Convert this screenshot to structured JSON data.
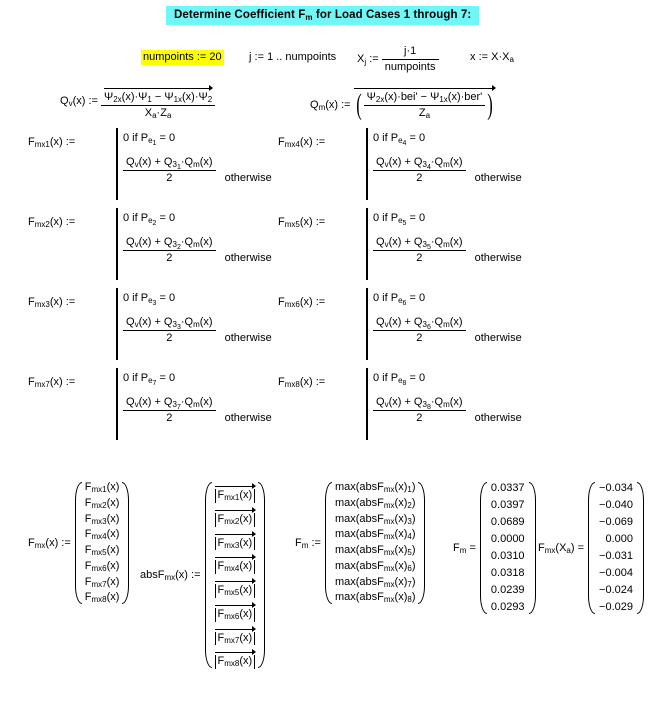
{
  "title": "Determine Coefficient F m for Load Cases 1 through 7:",
  "title_parts": {
    "pre": "Determine Coefficient F",
    "sub": "m",
    "post": " for Load Cases 1 through 7:"
  },
  "colors": {
    "title_highlight": "#6ff7f7",
    "numpoints_highlight": "#ffff00",
    "text": "#000000",
    "background": "#ffffff"
  },
  "definitions": {
    "numpoints": {
      "name": "numpoints",
      "assign": ":=",
      "value": "20",
      "highlighted": true
    },
    "range": {
      "var": "j",
      "assign": ":=",
      "expr": "1 .. numpoints"
    },
    "Xj": {
      "var": "X",
      "sub": "j",
      "assign": ":=",
      "numerator": "j·1",
      "denominator": "numpoints"
    },
    "x": {
      "var": "x",
      "assign": ":=",
      "expr": "X·X",
      "expr_sub": "a"
    }
  },
  "Qv": {
    "label": "Q",
    "label_sub": "v",
    "arg": "(x)",
    "assign": ":=",
    "numerator": "Ψ 2x (x)·Ψ 1 − Ψ 1x (x)·Ψ 2",
    "numerator_tokens": [
      {
        "base": "Ψ",
        "sub": "2x",
        "tail": "(x)·"
      },
      {
        "base": "Ψ",
        "sub": "1",
        "tail": " − "
      },
      {
        "base": "Ψ",
        "sub": "1x",
        "tail": "(x)·"
      },
      {
        "base": "Ψ",
        "sub": "2",
        "tail": ""
      }
    ],
    "denominator_tokens": [
      {
        "base": "X",
        "sub": "a",
        "tail": "·"
      },
      {
        "base": "Z",
        "sub": "a",
        "tail": ""
      }
    ],
    "vectorized": true
  },
  "Qm": {
    "label": "Q",
    "label_sub": "m",
    "arg": "(x)",
    "assign": ":=",
    "numerator_tokens": [
      {
        "base": "Ψ",
        "sub": "2x",
        "tail": "(x)·bei' − "
      },
      {
        "base": "Ψ",
        "sub": "1x",
        "tail": "(x)·ber'"
      }
    ],
    "denominator_tokens": [
      {
        "base": "Z",
        "sub": "a",
        "tail": ""
      }
    ],
    "vectorized": true,
    "parenthesized": true
  },
  "conditional_blocks": [
    {
      "name": "F",
      "sub": "mx1",
      "arg": "(x)",
      "assign": ":=",
      "cond_zero": "0  if  P",
      "cond_sub": "e",
      "cond_sub_sub": "1",
      "cond_tail": " = 0",
      "num_prefix": "Q",
      "num_prefix_sub": "v",
      "num_mid": "(x) + Q",
      "num_mid_sub": "3",
      "num_mid_sub_sub": "1",
      "num_tail": "·Q",
      "num_tail_sub": "m",
      "num_end": "(x)",
      "den": "2",
      "otherwise": "otherwise",
      "col": 0,
      "row": 0
    },
    {
      "name": "F",
      "sub": "mx2",
      "arg": "(x)",
      "assign": ":=",
      "cond_zero": "0  if  P",
      "cond_sub": "e",
      "cond_sub_sub": "2",
      "cond_tail": " = 0",
      "num_prefix": "Q",
      "num_prefix_sub": "v",
      "num_mid": "(x) + Q",
      "num_mid_sub": "3",
      "num_mid_sub_sub": "2",
      "num_tail": "·Q",
      "num_tail_sub": "m",
      "num_end": "(x)",
      "den": "2",
      "otherwise": "otherwise",
      "col": 0,
      "row": 1
    },
    {
      "name": "F",
      "sub": "mx3",
      "arg": "(x)",
      "assign": ":=",
      "cond_zero": "0  if  P",
      "cond_sub": "e",
      "cond_sub_sub": "3",
      "cond_tail": " = 0",
      "num_prefix": "Q",
      "num_prefix_sub": "v",
      "num_mid": "(x) + Q",
      "num_mid_sub": "3",
      "num_mid_sub_sub": "3",
      "num_tail": "·Q",
      "num_tail_sub": "m",
      "num_end": "(x)",
      "den": "2",
      "otherwise": "otherwise",
      "col": 0,
      "row": 2
    },
    {
      "name": "F",
      "sub": "mx7",
      "arg": "(x)",
      "assign": ":=",
      "cond_zero": "0  if  P",
      "cond_sub": "e",
      "cond_sub_sub": "7",
      "cond_tail": " = 0",
      "num_prefix": "Q",
      "num_prefix_sub": "v",
      "num_mid": "(x) + Q",
      "num_mid_sub": "3",
      "num_mid_sub_sub": "7",
      "num_tail": "·Q",
      "num_tail_sub": "m",
      "num_end": "(x)",
      "den": "2",
      "otherwise": "otherwise",
      "col": 0,
      "row": 3
    },
    {
      "name": "F",
      "sub": "mx4",
      "arg": "(x)",
      "assign": ":=",
      "cond_zero": "0  if  P",
      "cond_sub": "e",
      "cond_sub_sub": "4",
      "cond_tail": " = 0",
      "num_prefix": "Q",
      "num_prefix_sub": "v",
      "num_mid": "(x) + Q",
      "num_mid_sub": "3",
      "num_mid_sub_sub": "4",
      "num_tail": "·Q",
      "num_tail_sub": "m",
      "num_end": "(x)",
      "den": "2",
      "otherwise": "otherwise",
      "col": 1,
      "row": 0
    },
    {
      "name": "F",
      "sub": "mx5",
      "arg": "(x)",
      "assign": ":=",
      "cond_zero": "0  if  P",
      "cond_sub": "e",
      "cond_sub_sub": "5",
      "cond_tail": " = 0",
      "num_prefix": "Q",
      "num_prefix_sub": "v",
      "num_mid": "(x) + Q",
      "num_mid_sub": "3",
      "num_mid_sub_sub": "5",
      "num_tail": "·Q",
      "num_tail_sub": "m",
      "num_end": "(x)",
      "den": "2",
      "otherwise": "otherwise",
      "col": 1,
      "row": 1
    },
    {
      "name": "F",
      "sub": "mx6",
      "arg": "(x)",
      "assign": ":=",
      "cond_zero": "0  if  P",
      "cond_sub": "e",
      "cond_sub_sub": "6",
      "cond_tail": " = 0",
      "num_prefix": "Q",
      "num_prefix_sub": "v",
      "num_mid": "(x) + Q",
      "num_mid_sub": "3",
      "num_mid_sub_sub": "6",
      "num_tail": "·Q",
      "num_tail_sub": "m",
      "num_end": "(x)",
      "den": "2",
      "otherwise": "otherwise",
      "col": 1,
      "row": 2
    },
    {
      "name": "F",
      "sub": "mx8",
      "arg": "(x)",
      "assign": ":=",
      "cond_zero": "0  if  P",
      "cond_sub": "e",
      "cond_sub_sub": "8",
      "cond_tail": " = 0",
      "num_prefix": "Q",
      "num_prefix_sub": "v",
      "num_mid": "(x) + Q",
      "num_mid_sub": "3",
      "num_mid_sub_sub": "8",
      "num_tail": "·Q",
      "num_tail_sub": "m",
      "num_end": "(x)",
      "den": "2",
      "otherwise": "otherwise",
      "col": 1,
      "row": 3
    }
  ],
  "vector_Fmx": {
    "label_base": "F",
    "label_sub": "mx",
    "label_arg": "(x)",
    "assign": ":=",
    "rows": [
      {
        "base": "F",
        "sub": "mx1",
        "tail": "(x)"
      },
      {
        "base": "F",
        "sub": "mx2",
        "tail": "(x)"
      },
      {
        "base": "F",
        "sub": "mx3",
        "tail": "(x)"
      },
      {
        "base": "F",
        "sub": "mx4",
        "tail": "(x)"
      },
      {
        "base": "F",
        "sub": "mx5",
        "tail": "(x)"
      },
      {
        "base": "F",
        "sub": "mx6",
        "tail": "(x)"
      },
      {
        "base": "F",
        "sub": "mx7",
        "tail": "(x)"
      },
      {
        "base": "F",
        "sub": "mx8",
        "tail": "(x)"
      }
    ]
  },
  "vector_absFmx": {
    "label_base": "absF",
    "label_sub": "mx",
    "label_arg": "(x)",
    "assign": ":=",
    "rows": [
      {
        "base": "F",
        "sub": "mx1",
        "tail": "(x)"
      },
      {
        "base": "F",
        "sub": "mx2",
        "tail": "(x)"
      },
      {
        "base": "F",
        "sub": "mx3",
        "tail": "(x)"
      },
      {
        "base": "F",
        "sub": "mx4",
        "tail": "(x)"
      },
      {
        "base": "F",
        "sub": "mx5",
        "tail": "(x)"
      },
      {
        "base": "F",
        "sub": "mx6",
        "tail": "(x)"
      },
      {
        "base": "F",
        "sub": "mx7",
        "tail": "(x)"
      },
      {
        "base": "F",
        "sub": "mx8",
        "tail": "(x)"
      }
    ]
  },
  "vector_Fm_def": {
    "label_base": "F",
    "label_sub": "m",
    "assign": ":=",
    "rows": [
      {
        "pre": "max(absF",
        "sub": "mx",
        "mid": "(x)",
        "idx": "1",
        "post": ")"
      },
      {
        "pre": "max(absF",
        "sub": "mx",
        "mid": "(x)",
        "idx": "2",
        "post": ")"
      },
      {
        "pre": "max(absF",
        "sub": "mx",
        "mid": "(x)",
        "idx": "3",
        "post": ")"
      },
      {
        "pre": "max(absF",
        "sub": "mx",
        "mid": "(x)",
        "idx": "4",
        "post": ")"
      },
      {
        "pre": "max(absF",
        "sub": "mx",
        "mid": "(x)",
        "idx": "5",
        "post": ")"
      },
      {
        "pre": "max(absF",
        "sub": "mx",
        "mid": "(x)",
        "idx": "6",
        "post": ")"
      },
      {
        "pre": "max(absF",
        "sub": "mx",
        "mid": "(x)",
        "idx": "7",
        "post": ")"
      },
      {
        "pre": "max(absF",
        "sub": "mx",
        "mid": "(x)",
        "idx": "8",
        "post": ")"
      }
    ]
  },
  "result_Fm": {
    "label_base": "F",
    "label_sub": "m",
    "assign": "=",
    "values": [
      "0.0337",
      "0.0397",
      "0.0689",
      "0.0000",
      "0.0310",
      "0.0318",
      "0.0239",
      "0.0293"
    ]
  },
  "result_FmxXa": {
    "label_base": "F",
    "label_sub": "mx",
    "label_arg_pre": "(X",
    "label_arg_sub": "a",
    "label_arg_post": ")",
    "assign": "=",
    "values": [
      "−0.034",
      "−0.040",
      "−0.069",
      "0.000",
      "−0.031",
      "−0.004",
      "−0.024",
      "−0.029"
    ]
  }
}
